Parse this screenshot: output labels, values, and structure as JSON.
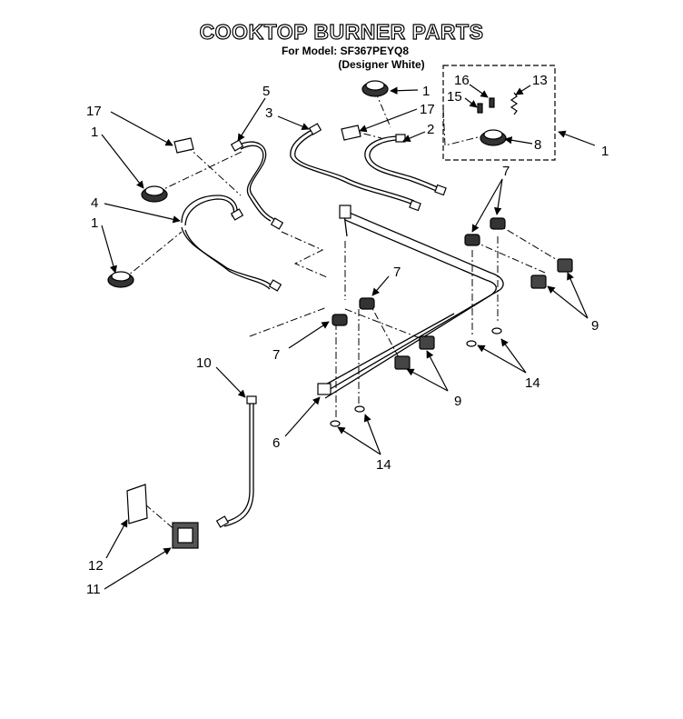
{
  "header": {
    "title": "COOKTOP BURNER PARTS",
    "model_line": "For Model: SF367PEYQ8",
    "variant_line": "(Designer White)"
  },
  "callouts": [
    {
      "id": "c5",
      "label": "5"
    },
    {
      "id": "c3",
      "label": "3"
    },
    {
      "id": "c17a",
      "label": "17"
    },
    {
      "id": "c1a",
      "label": "1"
    },
    {
      "id": "c4",
      "label": "4"
    },
    {
      "id": "c1b",
      "label": "1"
    },
    {
      "id": "c1c",
      "label": "1"
    },
    {
      "id": "c17b",
      "label": "17"
    },
    {
      "id": "c2",
      "label": "2"
    },
    {
      "id": "c16",
      "label": "16"
    },
    {
      "id": "c15",
      "label": "15"
    },
    {
      "id": "c13",
      "label": "13"
    },
    {
      "id": "c8",
      "label": "8"
    },
    {
      "id": "c1d",
      "label": "1"
    },
    {
      "id": "c7a",
      "label": "7"
    },
    {
      "id": "c7b",
      "label": "7"
    },
    {
      "id": "c7c",
      "label": "7"
    },
    {
      "id": "c9a",
      "label": "9"
    },
    {
      "id": "c9b",
      "label": "9"
    },
    {
      "id": "c14a",
      "label": "14"
    },
    {
      "id": "c14b",
      "label": "14"
    },
    {
      "id": "c10",
      "label": "10"
    },
    {
      "id": "c6",
      "label": "6"
    },
    {
      "id": "c12",
      "label": "12"
    },
    {
      "id": "c11",
      "label": "11"
    }
  ]
}
